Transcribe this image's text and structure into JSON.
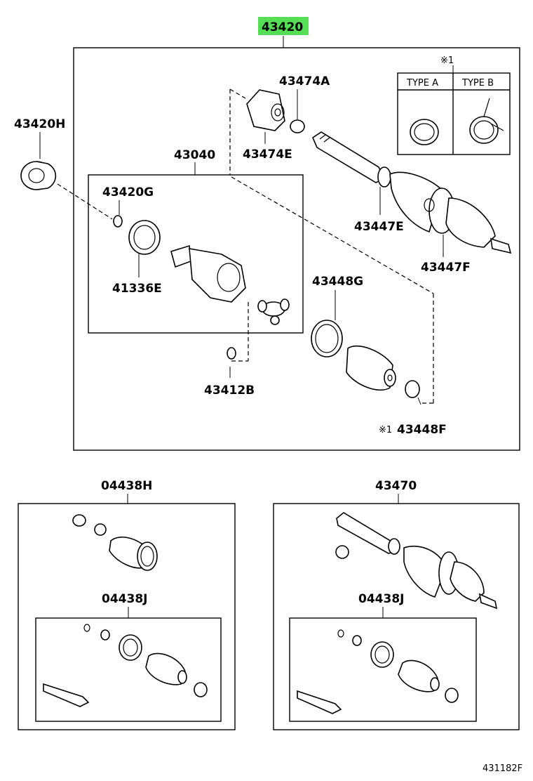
{
  "diagram": {
    "main_part": {
      "number": "43420",
      "highlight_color": "#55dd55"
    },
    "parts": {
      "p43420H": "43420H",
      "p43474A": "43474A",
      "p43474E": "43474E",
      "p43040": "43040",
      "p43420G": "43420G",
      "p41336E": "41336E",
      "p43447E": "43447E",
      "p43447F": "43447F",
      "p43448G": "43448G",
      "p43412B": "43412B",
      "p43448F": "43448F",
      "p04438H": "04438H",
      "p43470": "43470",
      "p04438J_left": "04438J",
      "p04438J_right": "04438J"
    },
    "note_mark": "※1",
    "note_mark_bottom": "※1",
    "type_table": {
      "type_a": "TYPE A",
      "type_b": "TYPE B"
    },
    "figure_code": "431182F"
  }
}
